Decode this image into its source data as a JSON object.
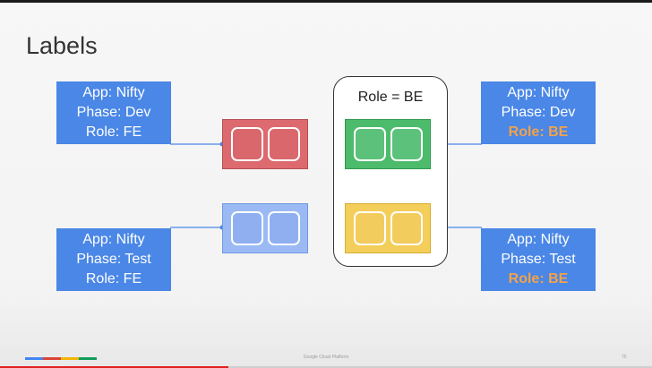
{
  "slide": {
    "title": "Labels",
    "service": {
      "title": "Role = BE"
    },
    "labels": {
      "top_left": {
        "app": "App: Nifty",
        "phase": "Phase: Dev",
        "role": "Role: FE"
      },
      "bottom_left": {
        "app": "App: Nifty",
        "phase": "Phase: Test",
        "role": "Role: FE"
      },
      "top_right": {
        "app": "App: Nifty",
        "phase": "Phase: Dev",
        "role": "Role: BE"
      },
      "bottom_right": {
        "app": "App: Nifty",
        "phase": "Phase: Test",
        "role": "Role: BE"
      }
    },
    "pods": {
      "frontend_dev": {
        "color": "#dc6a6e"
      },
      "frontend_test": {
        "color": "#9bbaf4"
      },
      "backend_dev": {
        "color": "#4dbb6c"
      },
      "backend_test": {
        "color": "#f4ce5a"
      }
    },
    "highlight_color": "#f2a24a",
    "label_color": "#4a87e6"
  },
  "footer": {
    "text": "Google Cloud Platform",
    "page": "75",
    "brand_colors": [
      "#4285f4",
      "#db4437",
      "#f4b400",
      "#0f9d58"
    ]
  },
  "video": {
    "progress_fraction": 0.35
  }
}
